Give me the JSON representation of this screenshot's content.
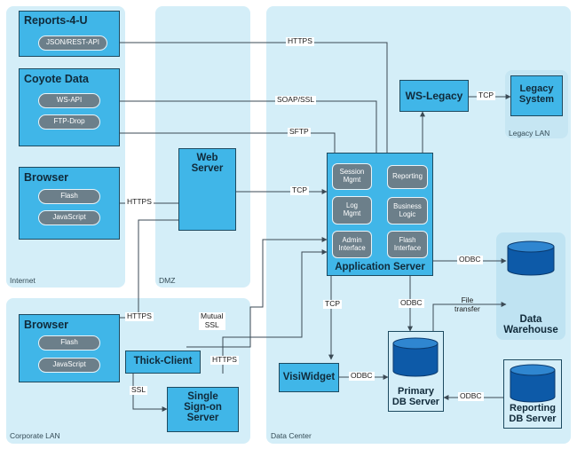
{
  "zones": {
    "internet": "Internet",
    "dmz": "DMZ",
    "corporate_lan": "Corporate LAN",
    "data_center": "Data Center",
    "legacy_lan": "Legacy LAN"
  },
  "reports": {
    "title": "Reports-4-U",
    "api": "JSON/REST-API"
  },
  "coyote": {
    "title": "Coyote Data",
    "ws_api": "WS-API",
    "ftp": "FTP-Drop"
  },
  "browser_internet": {
    "title": "Browser",
    "flash": "Flash",
    "javascript": "JavaScript"
  },
  "browser_corp": {
    "title": "Browser",
    "flash": "Flash",
    "javascript": "JavaScript"
  },
  "web_server": {
    "title": "Web\nServer"
  },
  "thick_client": {
    "title": "Thick-Client"
  },
  "sso": {
    "title": "Single\nSign-on\nServer"
  },
  "ws_legacy": {
    "title": "WS-Legacy"
  },
  "legacy_system": {
    "title": "Legacy\nSystem"
  },
  "app_server": {
    "title": "Application Server",
    "session": "Session\nMgmt",
    "reporting": "Reporting",
    "log": "Log\nMgmt",
    "business": "Business\nLogic",
    "admin": "Admin\nInterface",
    "flash": "Flash\nInterface"
  },
  "visiwidget": {
    "title": "VisiWidget"
  },
  "primary_db": {
    "title": "Primary\nDB Server"
  },
  "data_warehouse": {
    "title": "Data\nWarehouse"
  },
  "reporting_db": {
    "title": "Reporting\nDB Server"
  },
  "connections": {
    "https_reports": "HTTPS",
    "soap_ssl": "SOAP/SSL",
    "sftp": "SFTP",
    "https_browser_web": "HTTPS",
    "tcp_web_app": "TCP",
    "tcp_legacy": "TCP",
    "odbc_warehouse": "ODBC",
    "https_corp": "HTTPS",
    "mutual_ssl": "Mutual\nSSL",
    "https_thick": "HTTPS",
    "ssl": "SSL",
    "tcp_visi": "TCP",
    "odbc_primary": "ODBC",
    "file_transfer": "File\ntransfer",
    "odbc_visi": "ODBC",
    "odbc_reporting": "ODBC"
  },
  "colors": {
    "zone": "#d4eef8",
    "box": "#40b6e8",
    "module": "#6c7f8a",
    "db": "#0d5aa8",
    "wire": "#3b4a55"
  }
}
